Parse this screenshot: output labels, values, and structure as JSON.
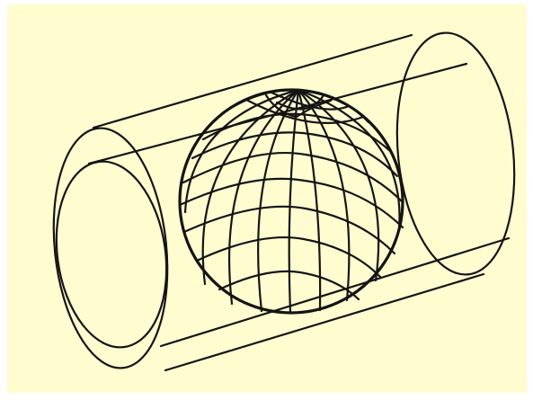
{
  "diagram": {
    "background_color": "#fffdd0",
    "line_color": "#141414",
    "outer_background_color": "#ffffff",
    "parts": [
      {
        "id": "cylinder",
        "kind": "transverse cylinder"
      },
      {
        "id": "globe",
        "kind": "sphere with parallels and meridians"
      }
    ]
  }
}
